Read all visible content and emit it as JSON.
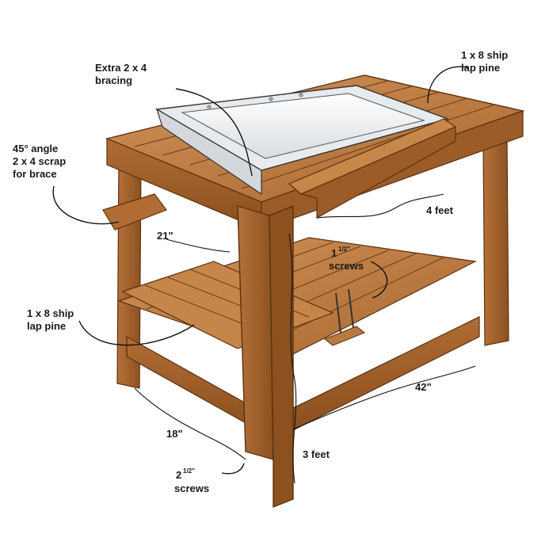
{
  "diagram": {
    "labels": {
      "bracing_line1": "Extra 2 x 4",
      "bracing_line2": "bracing",
      "shiplap_top_line1": "1 x 8 ship",
      "shiplap_top_line2": "lap pine",
      "angle_line1": "45° angle",
      "angle_line2": "2 x 4 scrap",
      "angle_line3": "for brace",
      "width_4ft": "4 feet",
      "depth_21": "21\"",
      "screws_small_num": "1",
      "screws_small_frac": "1/2\"",
      "screws_small_word": "screws",
      "shiplap_side_line1": "1 x 8 ship",
      "shiplap_side_line2": "lap pine",
      "length_42": "42\"",
      "depth_18": "18\"",
      "height_3ft": "3 feet",
      "screws_large_num": "2",
      "screws_large_frac": "1/2\"",
      "screws_large_word": "screws"
    },
    "colors": {
      "wood_light": "#c98a4e",
      "wood_mid": "#a8662f",
      "wood_dark": "#7a4418",
      "sink": "#f4f6f8",
      "ink": "#111111"
    }
  }
}
